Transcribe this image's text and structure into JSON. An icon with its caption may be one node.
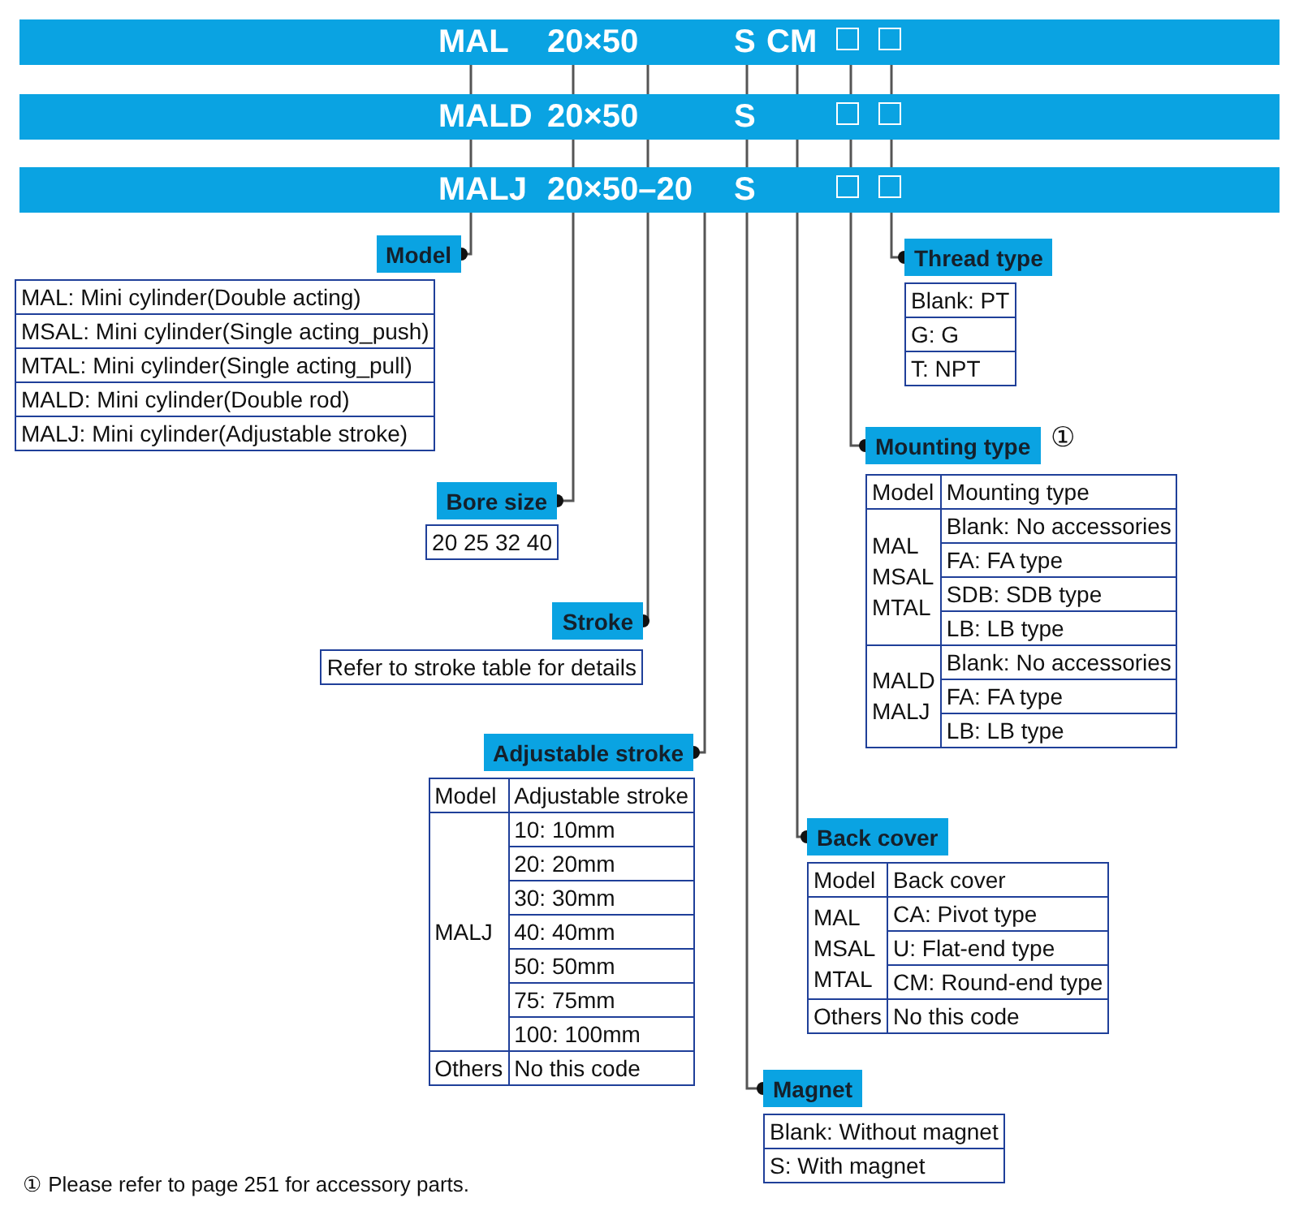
{
  "diagram": {
    "nodes": [
      {
        "text": [
          "MAL",
          "20×50",
          "S",
          "CM"
        ]
      },
      {
        "text": [
          "MALD",
          "20×50",
          "S"
        ]
      },
      {
        "text": [
          "MALJ",
          "20×50–20",
          "S"
        ]
      },
      {
        "text": [
          "Model"
        ]
      },
      {
        "text": [
          "MAL: Mini cylinder(Double acting)",
          "MSAL: Mini cylinder(Single acting_push)",
          "MTAL: Mini cylinder(Single acting_pull)",
          "MALD: Mini cylinder(Double rod)",
          "MALJ: Mini cylinder(Adjustable stroke)"
        ]
      },
      {
        "text": [
          "Thread type"
        ]
      },
      {
        "text": [
          "Blank: PT",
          "G: G",
          "T: NPT"
        ]
      },
      {
        "text": [
          "Mounting type"
        ],
        "beside": [
          "①"
        ]
      },
      {
        "text": [
          "Model",
          "Mounting type",
          "MAL MSAL MTAL",
          "Blank: No accessories",
          "FA: FA type",
          "SDB: SDB type",
          "LB: LB type",
          "MALD MALJ",
          "Blank: No accessories",
          "FA: FA type",
          "LB: LB type"
        ]
      },
      {
        "text": [
          "Bore size"
        ]
      },
      {
        "text": [
          "20 25 32 40"
        ]
      },
      {
        "text": [
          "Stroke"
        ]
      },
      {
        "text": [
          "Refer to stroke table for details"
        ]
      },
      {
        "text": [
          "Adjustable stroke"
        ]
      },
      {
        "text": [
          "Model",
          "Adjustable stroke",
          "MALJ",
          "10: 10mm",
          "20: 20mm",
          "30: 30mm",
          "40: 40mm",
          "50: 50mm",
          "75: 75mm",
          "100: 100mm",
          "Others",
          "No this code"
        ]
      },
      {
        "text": [
          "Back cover"
        ]
      },
      {
        "text": [
          "Model",
          "Back cover",
          "MAL MSAL MTAL",
          "CA: Pivot type",
          "U: Flat-end type",
          "CM: Round-end type",
          "Others",
          "No this code"
        ]
      },
      {
        "text": [
          "Magnet"
        ]
      },
      {
        "text": [
          "Blank: Without magnet",
          "S: With magnet"
        ]
      }
    ],
    "edges": [
      {
        "from": 0,
        "to": 3,
        "arrow": "other"
      },
      {
        "from": 0,
        "to": 9,
        "arrow": "other"
      },
      {
        "from": 0,
        "to": 11,
        "arrow": "other"
      },
      {
        "from": 2,
        "to": 13,
        "arrow": "other"
      },
      {
        "from": 0,
        "to": 17,
        "arrow": "other"
      },
      {
        "from": 0,
        "to": 15,
        "arrow": "other"
      },
      {
        "from": 0,
        "to": 7,
        "arrow": "other"
      },
      {
        "from": 0,
        "to": 5,
        "arrow": "other"
      }
    ],
    "labels": [
      "① Please refer to page 251 for accessory parts."
    ]
  }
}
